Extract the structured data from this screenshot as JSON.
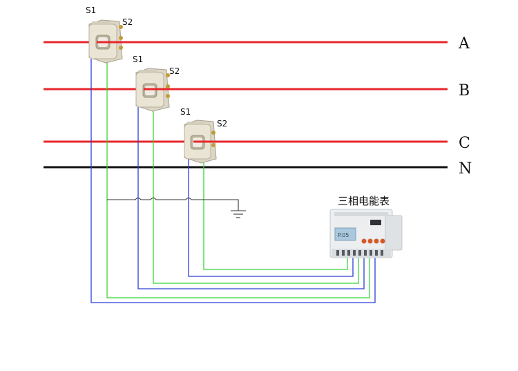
{
  "phases": [
    {
      "id": "A",
      "label": "A",
      "color": "#e8262b"
    },
    {
      "id": "B",
      "label": "B",
      "color": "#e8262b"
    },
    {
      "id": "C",
      "label": "C",
      "color": "#e8262b"
    },
    {
      "id": "N",
      "label": "N",
      "color": "#111111"
    }
  ],
  "transformers": [
    {
      "phase": "A",
      "s1": "S1",
      "s2": "S2"
    },
    {
      "phase": "B",
      "s1": "S1",
      "s2": "S2"
    },
    {
      "phase": "C",
      "s1": "S1",
      "s2": "S2"
    }
  ],
  "meter": {
    "label": "三相电能表",
    "display_text": "P.05"
  },
  "wire_colors": {
    "s1": "#2b3dd6",
    "s2": "#35d435",
    "ground": "#333333"
  }
}
